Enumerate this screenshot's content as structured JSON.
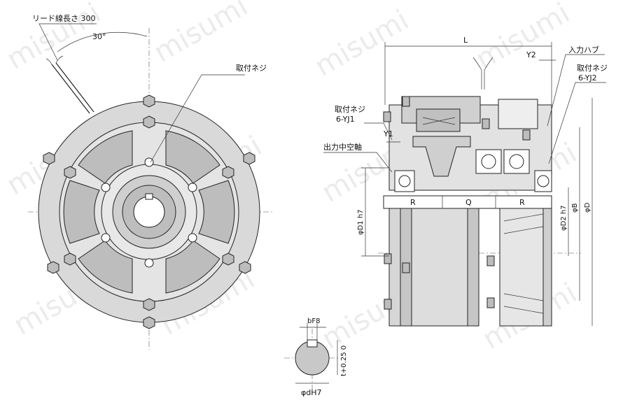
{
  "labels": {
    "lead_wire_length": "リード線長さ 300",
    "angle": "30°",
    "mount_screw_front": "取付ネジ",
    "dim_L": "L",
    "dim_Y2": "Y2",
    "input_hub": "入力ハブ",
    "mount_screw_right": "取付ネジ",
    "mount_screw_right_spec": "6-YJ2",
    "mount_screw_left": "取付ネジ",
    "mount_screw_left_spec": "6-YJ1",
    "dim_Y1": "Y1",
    "output_hollow_shaft": "出力中空軸",
    "dim_R_left": "R",
    "dim_Q": "Q",
    "dim_R_right": "R",
    "dim_D1": "φD1 h7",
    "dim_D2": "φD2 h7",
    "dim_B": "φB",
    "dim_D": "φD",
    "dim_bF8": "bF8",
    "dim_t": "t+0.25 0",
    "dim_dH7": "φdH7"
  },
  "watermark": "misumi",
  "colors": {
    "part_fill": "#dcdcdc",
    "part_dark": "#b8b8b8",
    "background": "#ffffff",
    "line": "#222222"
  }
}
